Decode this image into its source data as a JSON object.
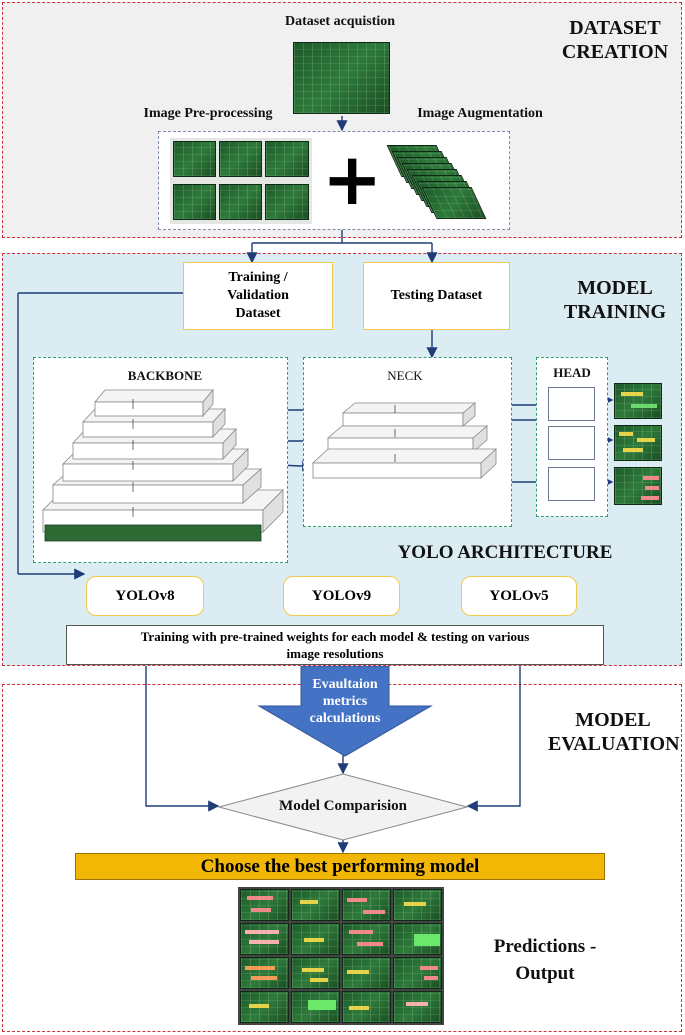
{
  "sections": {
    "creation": {
      "title_line1": "DATASET",
      "title_line2": "CREATION"
    },
    "training": {
      "title_line1": "MODEL",
      "title_line2": "TRAINING"
    },
    "evaluation": {
      "title_line1": "MODEL",
      "title_line2": "EVALUATION"
    }
  },
  "creation": {
    "acquisition_label": "Dataset acquistion",
    "preprocessing_label": "Image Pre-processing",
    "augmentation_label": "Image Augmentation",
    "plus_symbol": "+"
  },
  "training": {
    "train_val_line1": "Training /",
    "train_val_line2": "Validation",
    "train_val_line3": "Dataset",
    "testing_label": "Testing Dataset",
    "backbone_label": "BACKBONE",
    "neck_label": "NECK",
    "head_label": "HEAD",
    "yolo_arch_label": "YOLO ARCHITECTURE",
    "models": [
      "YOLOv8",
      "YOLOv9",
      "YOLOv5"
    ],
    "train_text_line1": "Training with pre-trained weights for each model & testing on various",
    "train_text_line2": "image resolutions"
  },
  "evaluation": {
    "metrics_line1": "Evaultaion",
    "metrics_line2": "metrics",
    "metrics_line3": "calculations",
    "comparison_label": "Model Comparision",
    "best_model_label": "Choose the best performing model",
    "predictions_line1": "Predictions  -",
    "predictions_line2": "Output"
  },
  "colors": {
    "section_border": "#d0323a",
    "training_bg": "#dcecf3",
    "creation_bg": "#f0f0f0",
    "yellow_border": "#f2c94c",
    "arrow_blue": "#1f3c78",
    "metrics_arrow": "#4472c4",
    "best_model_bar": "#f2b705",
    "green_dashed": "#2f9e74"
  }
}
